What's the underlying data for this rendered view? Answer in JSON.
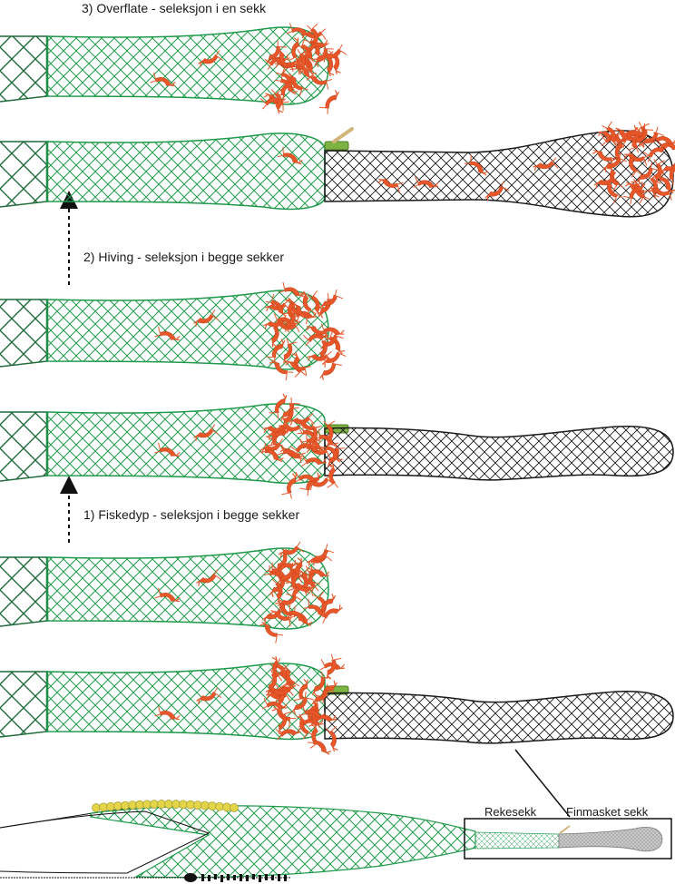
{
  "labels": {
    "stage3": "3) Overflate - seleksjon i en sekk",
    "stage2": "2) Hiving - seleksjon i begge sekker",
    "stage1": "1) Fiskedyp - seleksjon i begge sekker",
    "rekesekk": "Rekesekk",
    "finmasket": "Finmasket sekk"
  },
  "colors": {
    "green_net": "#1e9a4a",
    "dark_green": "#1f6b3a",
    "black_net": "#1a1a1a",
    "shrimp": "#e8572a",
    "valve": "#7cb342",
    "float": "#e3d44a",
    "grey_sack": "#bdbdbd",
    "light_green_fill": "#d8f0dc"
  }
}
